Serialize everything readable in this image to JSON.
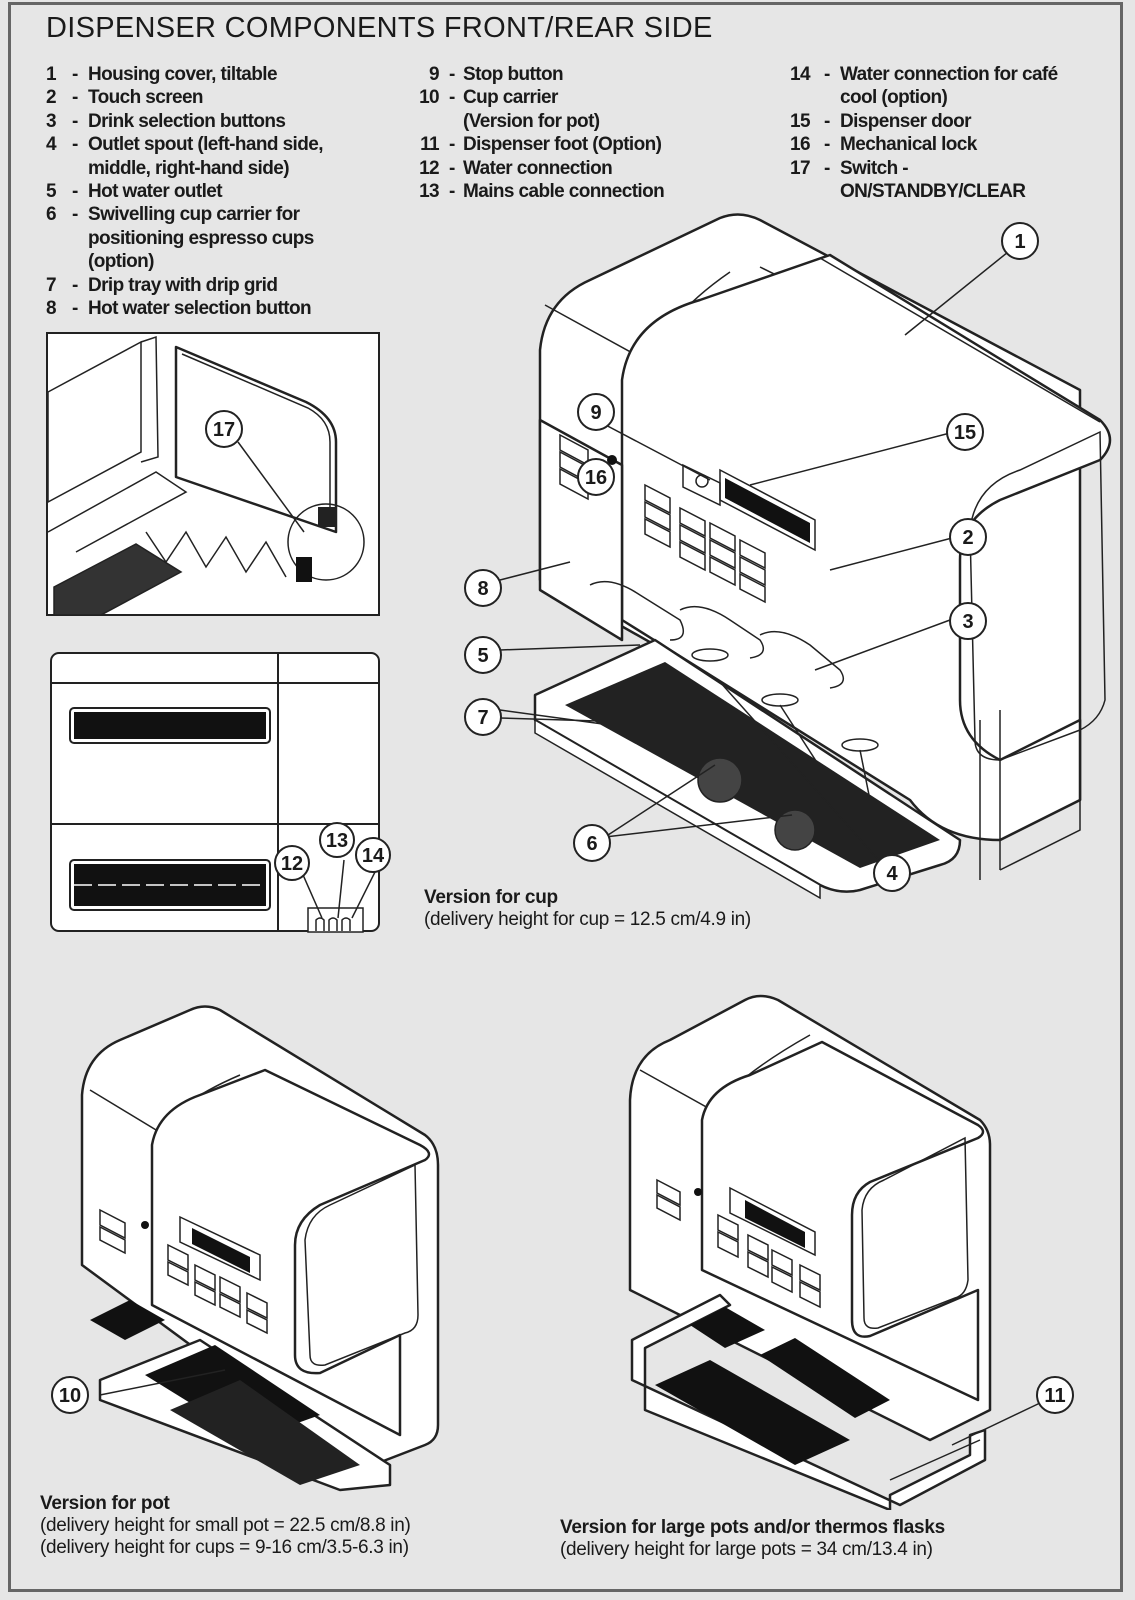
{
  "document": {
    "title": "DISPENSER COMPONENTS FRONT/REAR SIDE"
  },
  "legend": {
    "column1": [
      {
        "num": "1",
        "text": "Housing cover, tiltable"
      },
      {
        "num": "2",
        "text": "Touch screen"
      },
      {
        "num": "3",
        "text": "Drink selection buttons"
      },
      {
        "num": "4",
        "text": "Outlet spout (left-hand side, middle, right-hand side)"
      },
      {
        "num": "5",
        "text": "Hot water outlet"
      },
      {
        "num": "6",
        "text": "Swivelling cup carrier for positioning espresso cups (option)"
      },
      {
        "num": "7",
        "text": "Drip tray with drip grid"
      },
      {
        "num": "8",
        "text": "Hot water selection button"
      }
    ],
    "column2": [
      {
        "num": "9",
        "text": "Stop button"
      },
      {
        "num": "10",
        "text": "Cup carrier (Version for pot)"
      },
      {
        "num": "11",
        "text": "Dispenser foot (Option)"
      },
      {
        "num": "12",
        "text": "Water connection"
      },
      {
        "num": "13",
        "text": "Mains cable connection"
      }
    ],
    "column3": [
      {
        "num": "14",
        "text": "Water connection for café cool (option)"
      },
      {
        "num": "15",
        "text": "Dispenser door"
      },
      {
        "num": "16",
        "text": "Mechanical lock"
      },
      {
        "num": "17",
        "text": "Switch - ON/STANDBY/CLEAR"
      }
    ],
    "dash": "-"
  },
  "callouts": {
    "c1": "1",
    "c2": "2",
    "c3": "3",
    "c4": "4",
    "c5": "5",
    "c6": "6",
    "c7": "7",
    "c8": "8",
    "c9": "9",
    "c10": "10",
    "c11": "11",
    "c12": "12",
    "c13": "13",
    "c14": "14",
    "c15": "15",
    "c16": "16",
    "c17": "17"
  },
  "captions": {
    "cup": {
      "title": "Version for cup",
      "lines": [
        "(delivery height for cup = 12.5 cm/4.9 in)"
      ]
    },
    "pot": {
      "title": "Version for pot",
      "lines": [
        "(delivery height for small pot = 22.5 cm/8.8 in)",
        "(delivery height for cups = 9-16 cm/3.5-6.3 in)"
      ]
    },
    "large_pot": {
      "title": "Version for large pots and/or thermos flasks",
      "lines": [
        "(delivery height for large pots = 34 cm/13.4 in)"
      ]
    }
  }
}
